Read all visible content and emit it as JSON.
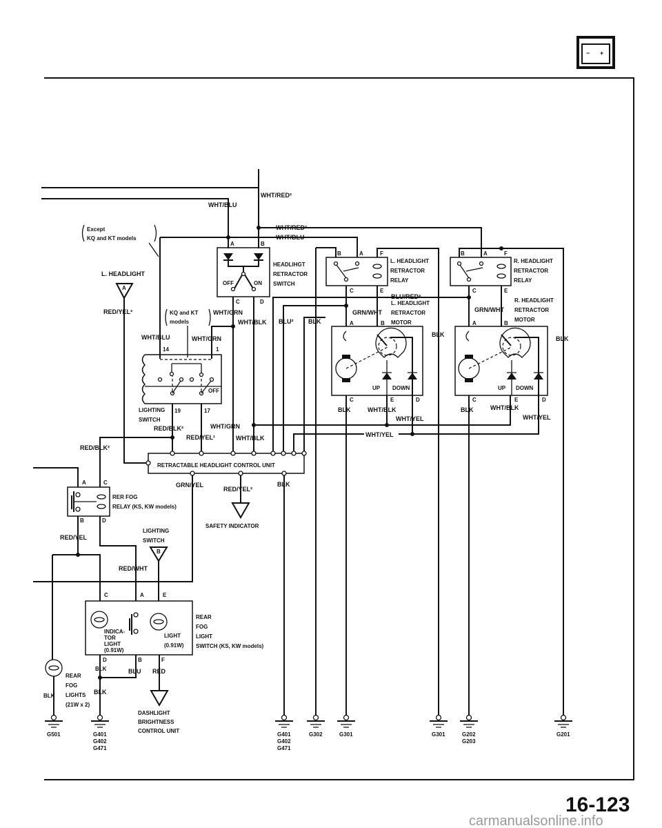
{
  "page": {
    "number": "16-123",
    "watermark": "carmanualsonline.info"
  },
  "battery_icon": {
    "minus": "−",
    "plus": "+"
  },
  "top": {
    "wht_red2_a": "WHT/RED²",
    "wht_blu_a": "WHT/BLU",
    "wht_red2_b": "WHT/RED²",
    "wht_blu_b": "WHT/BLU",
    "except_note": [
      "Except",
      "KQ and KT models"
    ]
  },
  "l_headlight_conn": {
    "label": "L. HEADLIGHT",
    "pin": "A",
    "wire": "RED/YEL³"
  },
  "retractor_switch": {
    "label": [
      "HEADLIHGT",
      "RETRACTOR",
      "SWITCH"
    ],
    "pins": {
      "a": "A",
      "b": "B",
      "c": "C",
      "d": "D"
    },
    "off": "OFF",
    "on": "ON",
    "wire_c": "WHT/GRN",
    "wire_d": "WHT/BLK"
  },
  "lighting_switch": {
    "note": [
      "KQ and KT",
      "models"
    ],
    "wire_14": "WHT/BLU",
    "wire_1": "WHT/GRN",
    "pin_14": "14",
    "pin_1": "1",
    "pin_19": "19",
    "pin_17": "17",
    "off": "OFF",
    "label": [
      "LIGHTING",
      "SWITCH"
    ],
    "wire_19": "RED/BLK²",
    "wire_17": "RED/YEL¹",
    "wire_grn": "WHT/GRN",
    "wire_blk": "WHT/BLK",
    "wire_left": "RED/BLK²"
  },
  "center_wires": {
    "blu2": "BLU²",
    "blk": "BLK",
    "blu_red3": "BLU/RED³",
    "wht_yel": "WHT/YEL"
  },
  "l_relay": {
    "label": [
      "L. HEADLIGHT",
      "RETRACTOR",
      "RELAY"
    ],
    "pins": [
      "B",
      "A",
      "F",
      "C",
      "E"
    ],
    "blk": "BLK"
  },
  "r_relay": {
    "label": [
      "R. HEADLIGHT",
      "RETRACTOR",
      "RELAY"
    ],
    "pins": [
      "B",
      "A",
      "F",
      "C",
      "E"
    ],
    "blk": "BLK"
  },
  "l_motor": {
    "label": [
      "L. HEADLIGHT",
      "RETRACTOR",
      "MOTOR"
    ],
    "wire_a": "GRN/WHT",
    "pins": {
      "a": "A",
      "b": "B",
      "c": "C",
      "e": "E",
      "d": "D"
    },
    "up": "UP",
    "down": "DOWN",
    "wire_c": "BLK",
    "wire_e": "WHT/BLK",
    "wire_d": "WHT/YEL"
  },
  "r_motor": {
    "label": [
      "R. HEADLIGHT",
      "RETRACTOR",
      "MOTOR"
    ],
    "wire_a": "GRN/WHT",
    "pins": {
      "a": "A",
      "b": "B",
      "c": "C",
      "e": "E",
      "d": "D"
    },
    "up": "UP",
    "down": "DOWN",
    "wire_c": "BLK",
    "wire_e": "WHT/BLK",
    "wire_d": "WHT/YEL"
  },
  "control_unit": {
    "label": "RETRACTABLE HEADLIGHT CONTROL UNIT",
    "wire_grn_yel": "GRN/YEL",
    "wire_red_yel2": "RED/YEL²",
    "wire_blk": "BLK"
  },
  "safety_indicator": {
    "label": "SAFETY INDICATOR"
  },
  "fog_relay": {
    "label": [
      "RER FOG",
      "RELAY (KS, KW models)"
    ],
    "pins": [
      "A",
      "C",
      "B",
      "D"
    ],
    "wire": "RED/YEL"
  },
  "lighting_switch_conn": {
    "label": [
      "LIGHTING",
      "SWITCH"
    ],
    "pin": "B",
    "wire": "RED/WHT"
  },
  "fog_switch": {
    "label": [
      "REAR",
      "FOG",
      "LIGHT",
      "SWITCH (KS, KW models)"
    ],
    "pins": {
      "c": "C",
      "a": "A",
      "e": "E",
      "d": "D",
      "b": "B",
      "f": "F"
    },
    "indicator": [
      "INDICA-",
      "TOR",
      "LIGHT",
      "(0.91W)"
    ],
    "light": [
      "LIGHT",
      "(0.91W)"
    ],
    "wire_d": "BLK",
    "wire_b": "BLU",
    "wire_f": "RED",
    "wire_gnd": "BLK"
  },
  "dashlight": {
    "label": [
      "DASHLIGHT",
      "BRIGHTNESS",
      "CONTROL UNIT"
    ]
  },
  "rear_fog_lights": {
    "label": [
      "REAR",
      "FOG",
      "LIGHTS",
      "(21W x 2)"
    ],
    "wire": "BLK"
  },
  "grounds": [
    {
      "ids": [
        "G501"
      ]
    },
    {
      "ids": [
        "G401",
        "G402",
        "G471"
      ]
    },
    {
      "ids": [
        "G401",
        "G402",
        "G471"
      ]
    },
    {
      "ids": [
        "G302"
      ]
    },
    {
      "ids": [
        "G301"
      ]
    },
    {
      "ids": [
        "G301"
      ]
    },
    {
      "ids": [
        "G202",
        "G203"
      ]
    },
    {
      "ids": [
        "G201"
      ]
    }
  ]
}
